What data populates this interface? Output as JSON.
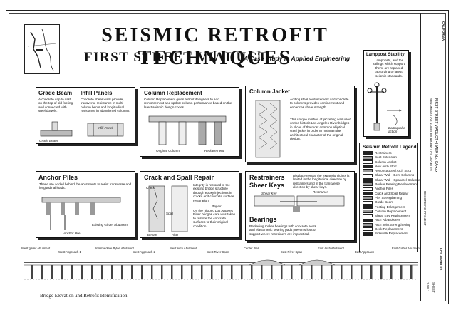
{
  "title": "SEISMIC RETROFIT TECHNIQUES",
  "subtitle": "FIRST STREET VIADUCT",
  "case_study": "A Case Study in Applied Engineering",
  "panels": {
    "grade_beam": {
      "title": "Grade Beam",
      "text": "A concrete cap to cast on the top of old footing and connected with steel dowels.",
      "label": "Grade Beam"
    },
    "infill_panels": {
      "title": "Infill Panels",
      "text": "Concrete shear walls provide, transverse resistance in multi-column bents and longitudinal resistance in abandoned columns.",
      "label": "Infill Panel"
    },
    "column_replacement": {
      "title": "Column Replacement",
      "text": "Column Replacement gives retrofit designers to add reinforcement and update column performance based on the latest seismic design codes.",
      "label_original": "Original Column",
      "label_replacement": "Replacement"
    },
    "column_jacket": {
      "title": "Column Jacket",
      "text1": "Adding steel reinforcement and concrete to columns provides confinement and enhances shear strength.",
      "text2": "This unique method of jacketing was used on the historic Los Angeles River bridges in slices of the most common elliptical steel jacket in order to maintain the architectural character of the original design."
    },
    "lamppost": {
      "title": "Lamppost Stability",
      "text": "Lampposts, and the railings which support them, are replaced according to latest seismic standards.",
      "label": "Earthquake action"
    },
    "anchor_piles": {
      "title": "Anchor Piles",
      "text": "These are added behind the abutments to resist transverse and longitudinal loads.",
      "label_girder": "Existing Girder Abutment",
      "label_pile": "Anchor Pile"
    },
    "crack_spall": {
      "title": "Crack and Spall Repair",
      "text": "Integrity is restored to the existing bridge structure through epoxy injections in cracks and concrete surface restoration.",
      "repair_label": "Repair",
      "text2": "On the historic Los Angeles River bridges care was taken to restore the concrete surfaces to their original condition.",
      "label_crack": "Crack",
      "label_spall": "Spall",
      "label_before": "Before",
      "label_after": "After"
    },
    "restrainers": {
      "title1": "Restrainers",
      "title2": "Sheer Keys",
      "text": "Displacement at the expansion joints is limited in the longitudinal direction by restrainers and in the transverse direction by shear keys.",
      "label_shear": "Shear Key",
      "label_restrainer": "Restrainer"
    },
    "bearings": {
      "title": "Bearings",
      "text": "Replacing rocker bearings with concrete seats and elastomeric bearing pads prevents loss of support where restrainers are impractical."
    }
  },
  "legend": {
    "title": "Seismic Retrofit Legend",
    "items": [
      "Restrainers",
      "Seat Extension",
      "Column Jacket",
      "New Arch Strut",
      "Reconstructed Arch Strut",
      "Shear Wall - Bent Columns",
      "Shear Wall - Spandrel Columns",
      "Rocker Bearing Replacement",
      "Anchor Piles",
      "Crack and Spall Repair",
      "Pier Strengthening",
      "Grade Beam",
      "Footing Enlargement",
      "Column Replacement",
      "Shear Key Replacement",
      "Arch Rib Bolsters",
      "Arch Joint Strengthening",
      "Deck Replacement",
      "Sidewalk Replacement"
    ]
  },
  "elevation": {
    "caption": "Bridge Elevation and Retrofit Identification",
    "labels": [
      "West girder Abutment",
      "West Approach 1",
      "Intermediate Pylon Abutment",
      "West Approach 2",
      "West Arch Abutment",
      "West River Span",
      "Center Pier",
      "East River Span",
      "East Arch Abutment",
      "East Approach",
      "East Girder Abutment"
    ]
  },
  "title_block": {
    "state": "CALIFORNIA",
    "county": "LOS ANGELES",
    "drawing": "FIRST STREET VIADUCT • HAER No. CA-xxx",
    "location": "SPANNING LOS ANGELES RIVER, LOS ANGELES",
    "agency": "RECORDING PROJECT",
    "sheet_label": "SHEET",
    "sheet": "1 OF 1"
  }
}
